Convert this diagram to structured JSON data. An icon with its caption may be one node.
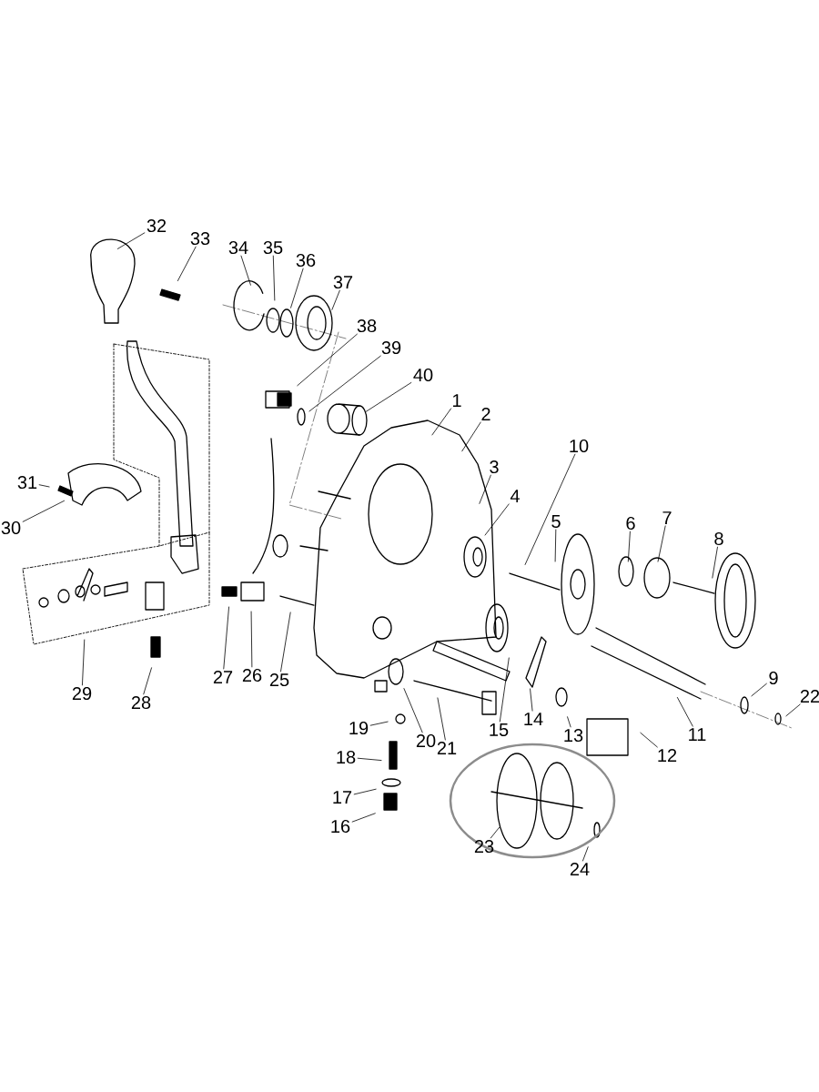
{
  "diagram": {
    "nodes": [
      {
        "text": [
          "1"
        ]
      },
      {
        "text": [
          "2"
        ]
      },
      {
        "text": [
          "3"
        ]
      },
      {
        "text": [
          "4"
        ]
      },
      {
        "text": [
          "5"
        ]
      },
      {
        "text": [
          "6"
        ]
      },
      {
        "text": [
          "7"
        ]
      },
      {
        "text": [
          "8"
        ]
      },
      {
        "text": [
          "9"
        ]
      },
      {
        "text": [
          "10"
        ]
      },
      {
        "text": [
          "11"
        ]
      },
      {
        "text": [
          "12"
        ]
      },
      {
        "text": [
          "13"
        ]
      },
      {
        "text": [
          "14"
        ]
      },
      {
        "text": [
          "15"
        ]
      },
      {
        "text": [
          "16"
        ]
      },
      {
        "text": [
          "17"
        ]
      },
      {
        "text": [
          "18"
        ]
      },
      {
        "text": [
          "19"
        ]
      },
      {
        "text": [
          "20"
        ]
      },
      {
        "text": [
          "21"
        ]
      },
      {
        "text": [
          "22"
        ]
      },
      {
        "text": [
          "23"
        ]
      },
      {
        "text": [
          "24"
        ]
      },
      {
        "text": [
          "25"
        ]
      },
      {
        "text": [
          "26"
        ]
      },
      {
        "text": [
          "27"
        ]
      },
      {
        "text": [
          "28"
        ]
      },
      {
        "text": [
          "29"
        ]
      },
      {
        "text": [
          "30"
        ]
      },
      {
        "text": [
          "31"
        ]
      },
      {
        "text": [
          "32"
        ]
      },
      {
        "text": [
          "33"
        ]
      },
      {
        "text": [
          "34"
        ]
      },
      {
        "text": [
          "35"
        ]
      },
      {
        "text": [
          "36"
        ]
      },
      {
        "text": [
          "37"
        ]
      },
      {
        "text": [
          "38"
        ]
      },
      {
        "text": [
          "39"
        ]
      },
      {
        "text": [
          "40"
        ]
      }
    ],
    "edges": [
      {
        "from": 0,
        "to": null,
        "arrow": "none"
      },
      {
        "from": 1,
        "to": null,
        "arrow": "none"
      },
      {
        "from": 2,
        "to": null,
        "arrow": "none"
      },
      {
        "from": 3,
        "to": null,
        "arrow": "none"
      },
      {
        "from": 4,
        "to": null,
        "arrow": "none"
      },
      {
        "from": 5,
        "to": null,
        "arrow": "none"
      },
      {
        "from": 6,
        "to": null,
        "arrow": "none"
      },
      {
        "from": 7,
        "to": null,
        "arrow": "none"
      },
      {
        "from": 8,
        "to": null,
        "arrow": "none"
      },
      {
        "from": 9,
        "to": null,
        "arrow": "none"
      },
      {
        "from": 10,
        "to": null,
        "arrow": "none"
      },
      {
        "from": 11,
        "to": null,
        "arrow": "none"
      },
      {
        "from": 12,
        "to": null,
        "arrow": "none"
      },
      {
        "from": 13,
        "to": null,
        "arrow": "none"
      },
      {
        "from": 14,
        "to": null,
        "arrow": "none"
      },
      {
        "from": 15,
        "to": null,
        "arrow": "none"
      },
      {
        "from": 16,
        "to": null,
        "arrow": "none"
      },
      {
        "from": 17,
        "to": null,
        "arrow": "none"
      },
      {
        "from": 18,
        "to": null,
        "arrow": "none"
      },
      {
        "from": 19,
        "to": null,
        "arrow": "none"
      },
      {
        "from": 20,
        "to": null,
        "arrow": "none"
      },
      {
        "from": 21,
        "to": null,
        "arrow": "none"
      },
      {
        "from": 22,
        "to": null,
        "arrow": "none"
      },
      {
        "from": 23,
        "to": null,
        "arrow": "none"
      },
      {
        "from": 24,
        "to": null,
        "arrow": "none"
      },
      {
        "from": 25,
        "to": null,
        "arrow": "none"
      },
      {
        "from": 26,
        "to": null,
        "arrow": "none"
      },
      {
        "from": 27,
        "to": null,
        "arrow": "none"
      },
      {
        "from": 28,
        "to": null,
        "arrow": "none"
      },
      {
        "from": 29,
        "to": null,
        "arrow": "none"
      },
      {
        "from": 30,
        "to": null,
        "arrow": "none"
      },
      {
        "from": 31,
        "to": null,
        "arrow": "none"
      },
      {
        "from": 32,
        "to": null,
        "arrow": "none"
      },
      {
        "from": 33,
        "to": null,
        "arrow": "none"
      },
      {
        "from": 34,
        "to": null,
        "arrow": "none"
      },
      {
        "from": 35,
        "to": null,
        "arrow": "none"
      },
      {
        "from": 36,
        "to": null,
        "arrow": "none"
      },
      {
        "from": 37,
        "to": null,
        "arrow": "none"
      },
      {
        "from": 38,
        "to": null,
        "arrow": "none"
      },
      {
        "from": 39,
        "to": null,
        "arrow": "none"
      }
    ]
  }
}
